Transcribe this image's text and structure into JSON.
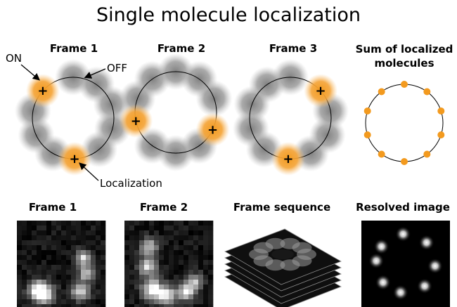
{
  "title": "Single molecule localization",
  "top_panels": {
    "frame1": "Frame 1",
    "frame2": "Frame 2",
    "frame3": "Frame 3",
    "sum": "Sum of localized molecules"
  },
  "annotations": {
    "on": "ON",
    "off": "OFF",
    "localization": "Localization"
  },
  "bottom_panels": {
    "frame1": "Frame 1",
    "frame2": "Frame 2",
    "sequence": "Frame sequence",
    "resolved": "Resolved image"
  },
  "colors": {
    "on_emitter": "#F39A1E",
    "off_emitter": "#8c8c8c",
    "localized_dot": "#F39A1E",
    "ring": "#000000"
  },
  "marker_symbol": "+"
}
